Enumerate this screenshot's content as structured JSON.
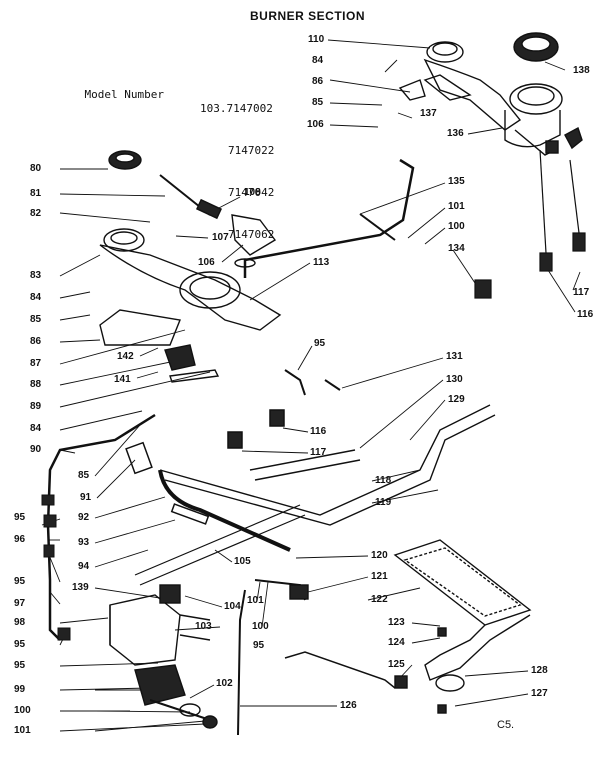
{
  "title": "BURNER SECTION",
  "model": {
    "label": "Model Number",
    "numbers": [
      "103.7147002",
      "7147022",
      "7147042",
      "7147062"
    ]
  },
  "page_code": "C5.",
  "callouts": {
    "c110": "110",
    "c84a": "84",
    "c86a": "86",
    "c85a": "85",
    "c137": "137",
    "c106a": "106",
    "c138": "138",
    "c136": "136",
    "c80": "80",
    "c81": "81",
    "c108": "108",
    "c82": "82",
    "c107": "107",
    "c106b": "106",
    "c135": "135",
    "c101a": "101",
    "c100a": "100",
    "c134": "134",
    "c83": "83",
    "c113": "113",
    "c84b": "84",
    "c85b": "85",
    "c86b": "86",
    "c117a": "117",
    "c116a": "116",
    "c87": "87",
    "c142": "142",
    "c95a": "95",
    "c88": "88",
    "c141": "141",
    "c131": "131",
    "c130": "130",
    "c89": "89",
    "c129": "129",
    "c84c": "84",
    "c116b": "116",
    "c90": "90",
    "c117b": "117",
    "c85c": "85",
    "c118": "118",
    "c91": "91",
    "c119": "119",
    "c95b": "95",
    "c92": "92",
    "c96": "96",
    "c93": "93",
    "c120": "120",
    "c94": "94",
    "c105": "105",
    "c95c": "95",
    "c121": "121",
    "c139": "139",
    "c104": "104",
    "c97": "97",
    "c101b": "101",
    "c122": "122",
    "c98": "98",
    "c103": "103",
    "c100b": "100",
    "c123": "123",
    "c95d": "95",
    "c124": "124",
    "c95e": "95",
    "c125": "125",
    "c128": "128",
    "c99": "99",
    "c102": "102",
    "c127": "127",
    "c100c": "100",
    "c126": "126",
    "c101c": "101"
  }
}
